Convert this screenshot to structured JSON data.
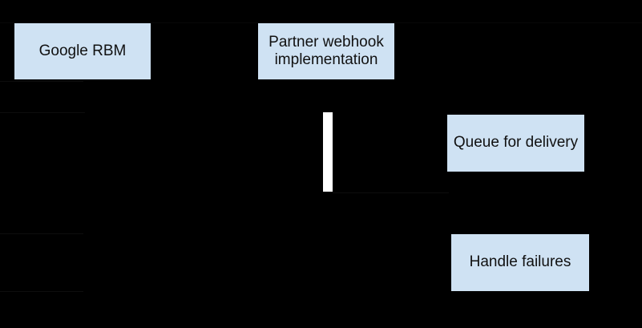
{
  "diagram": {
    "type": "sequence-flow",
    "background_color": "#000000",
    "node_fill_color": "#cfe2f3",
    "node_text_color": "#111111",
    "activation_bar_color": "#ffffff",
    "nodes": [
      {
        "label": "Google RBM"
      },
      {
        "label": "Partner webhook implementation"
      },
      {
        "label": "Queue for delivery"
      },
      {
        "label": "Handle failures"
      }
    ]
  }
}
